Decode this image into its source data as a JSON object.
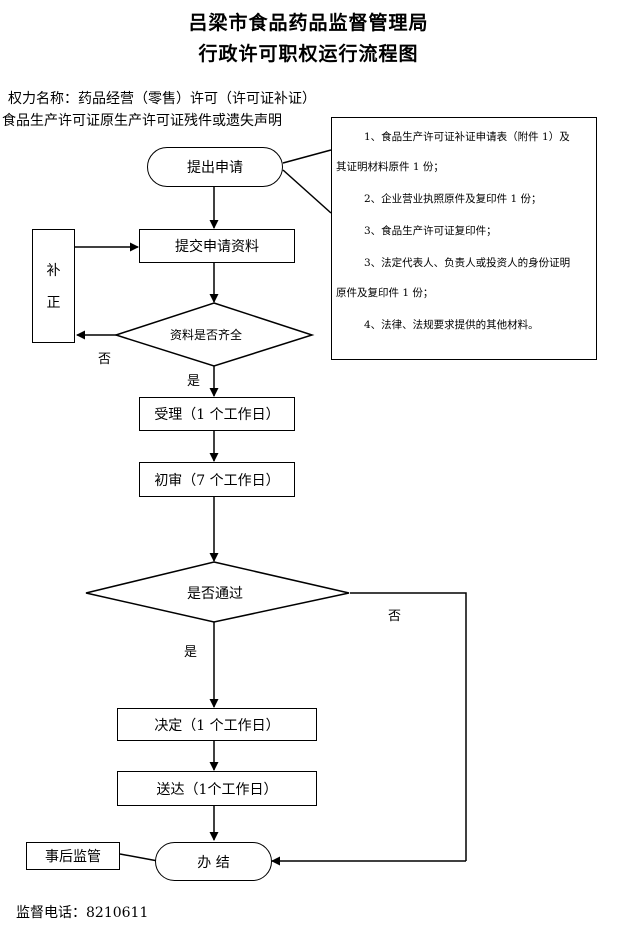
{
  "header": {
    "title_line1": "吕梁市食品药品监督管理局",
    "title_line2": "行政许可职权运行流程图"
  },
  "meta": {
    "power_name": "权力名称：药品经营（零售）许可（许可证补证）",
    "subtitle": "食品生产许可证原生产许可证残件或遗失声明"
  },
  "nodes": {
    "submit_request": "提出申请",
    "submit_materials": "提交申请资料",
    "supplement_1": "补",
    "supplement_2": "正",
    "materials_complete": "资料是否齐全",
    "accept": "受理（1 个工作日）",
    "initial_review": "初审（7 个工作日）",
    "pass_check": "是否通过",
    "decision": "决定（1 个工作日）",
    "delivery": "送达（1个工作日）",
    "finish": "办 结",
    "post_supervision": "事后监管"
  },
  "labels": {
    "no_1": "否",
    "yes_1": "是",
    "no_2": "否",
    "yes_2": "是"
  },
  "requirements": {
    "item1_line1": "1、食品生产许可证补证申请表（附件 1）及",
    "item1_line2": "其证明材料原件 1 份；",
    "item2": "2、企业营业执照原件及复印件 1 份；",
    "item3": "3、食品生产许可证复印件；",
    "item4_line1": "3、法定代表人、负责人或投资人的身份证明",
    "item4_line2": "原件及复印件 1 份；",
    "item5": "4、法律、法规要求提供的其他材料。"
  },
  "footer": {
    "phone": "监督电话：8210611"
  }
}
